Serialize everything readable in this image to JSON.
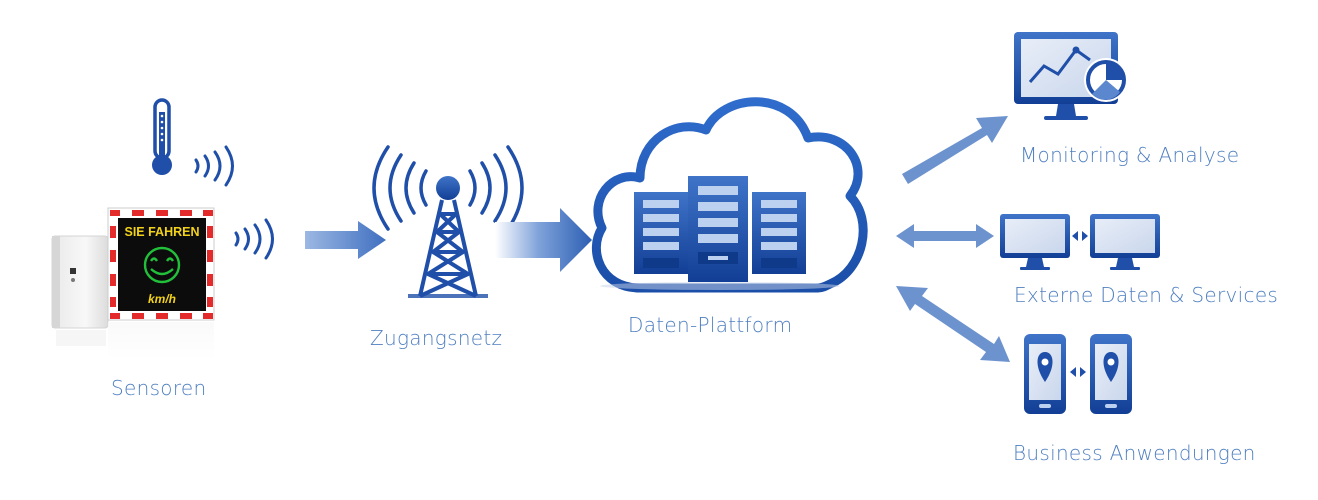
{
  "nodes": {
    "sensors": {
      "label": "Sensoren"
    },
    "access_network": {
      "label": "Zugangsnetz"
    },
    "data_platform": {
      "label": "Daten-Plattform"
    },
    "monitoring": {
      "label": "Monitoring & Analyse"
    },
    "external": {
      "label": "Externe Daten & Services"
    },
    "business": {
      "label": "Business Anwendungen"
    }
  },
  "speed_sign": {
    "top_text": "SIE FAHREN",
    "bottom_text": "km/h"
  },
  "colors": {
    "label_blue": "#4f7fc0",
    "icon_blue": "#1f4fa8",
    "arrow_blue": "#6d93cf",
    "sign_yellow": "#f2d21b",
    "smiley_green": "#22c03a",
    "sign_red": "#e32b2b"
  }
}
